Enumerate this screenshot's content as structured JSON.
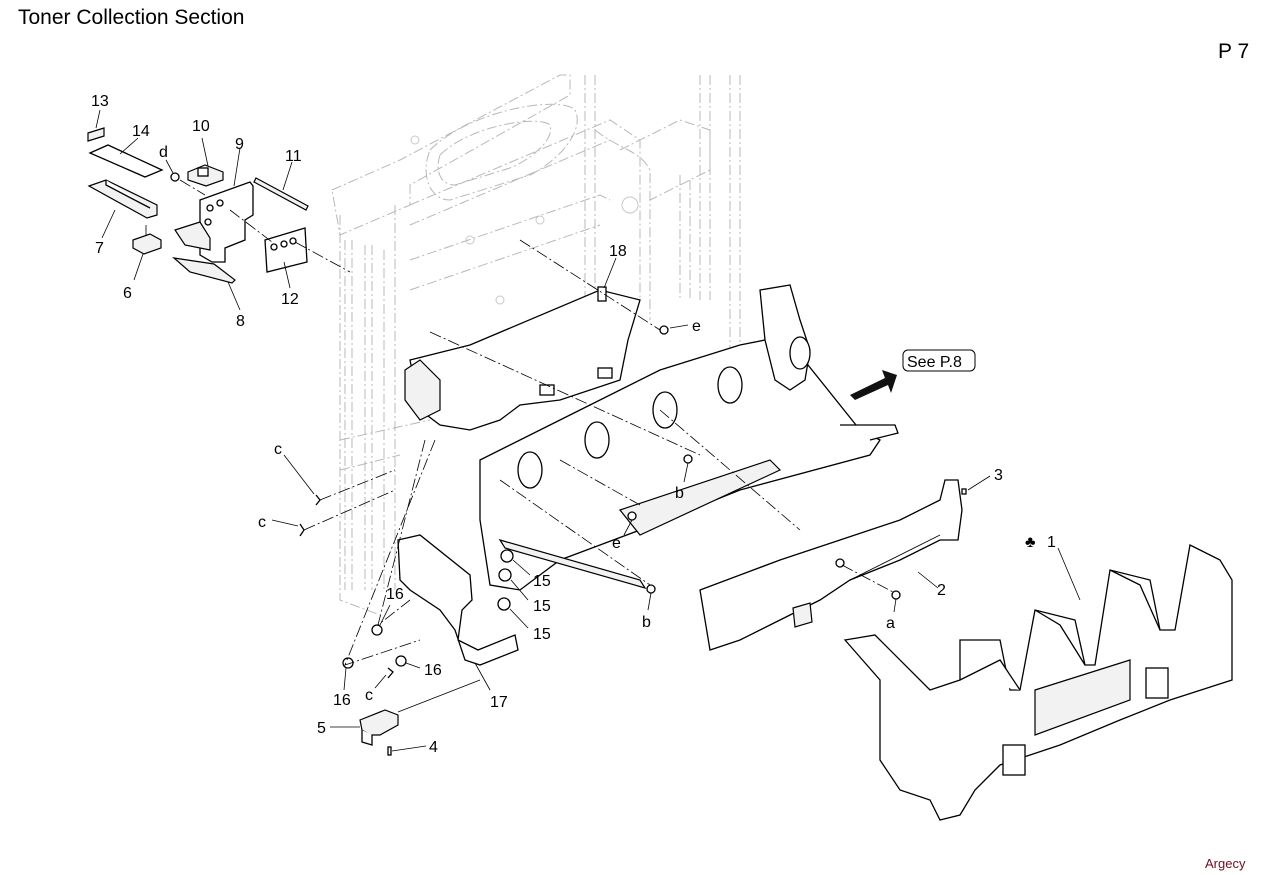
{
  "page": {
    "title": "Toner Collection Section",
    "page_number": "P 7",
    "watermark": "Argecy"
  },
  "reference": {
    "label": "See P.8"
  },
  "callouts": {
    "n1": "1",
    "n2": "2",
    "n3": "3",
    "n4": "4",
    "n5": "5",
    "n6": "6",
    "n7": "7",
    "n8": "8",
    "n9": "9",
    "n10": "10",
    "n11": "11",
    "n12": "12",
    "n13": "13",
    "n14": "14",
    "n15a": "15",
    "n15b": "15",
    "n15c": "15",
    "n16a": "16",
    "n16b": "16",
    "n16c": "16",
    "n17": "17",
    "n18": "18",
    "a": "a",
    "b1": "b",
    "b2": "b",
    "c1": "c",
    "c2": "c",
    "c3": "c",
    "d": "d",
    "e1": "e",
    "e2": "e",
    "club_symbol": "♣"
  }
}
